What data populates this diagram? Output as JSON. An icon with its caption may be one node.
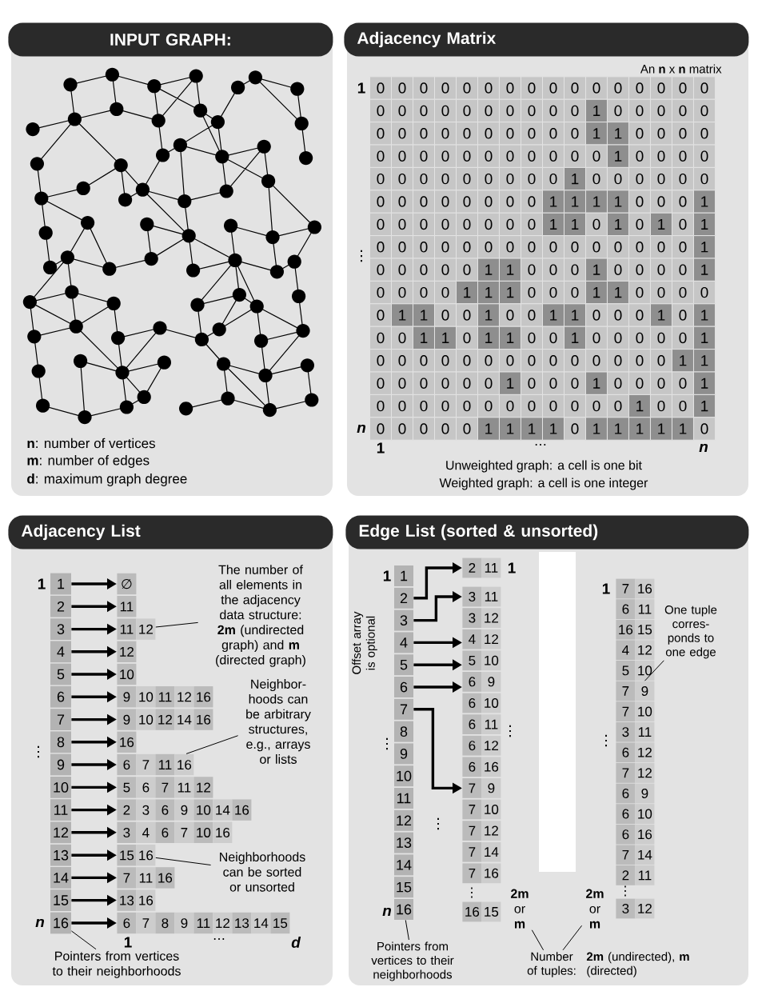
{
  "diagram": {
    "nodes": [
      {
        "text": [
          "INPUT GRAPH:"
        ]
      },
      {
        "text": [
          "Adjacency Matrix"
        ]
      },
      {
        "text": [
          "Adjacency List"
        ]
      },
      {
        "text": [
          "Edge List (sorted & unsorted)"
        ]
      },
      {
        "text": [
          "1"
        ],
        "in": 2
      },
      {
        "text": [
          "2"
        ],
        "in": 2
      },
      {
        "text": [
          "3"
        ],
        "in": 2
      },
      {
        "text": [
          "4"
        ],
        "in": 2
      },
      {
        "text": [
          "5"
        ],
        "in": 2
      },
      {
        "text": [
          "6"
        ],
        "in": 2
      },
      {
        "text": [
          "7"
        ],
        "in": 2
      },
      {
        "text": [
          "8"
        ],
        "in": 2
      },
      {
        "text": [
          "9"
        ],
        "in": 2
      },
      {
        "text": [
          "10"
        ],
        "in": 2
      },
      {
        "text": [
          "11"
        ],
        "in": 2
      },
      {
        "text": [
          "12"
        ],
        "in": 2
      },
      {
        "text": [
          "13"
        ],
        "in": 2
      },
      {
        "text": [
          "14"
        ],
        "in": 2
      },
      {
        "text": [
          "15"
        ],
        "in": 2
      },
      {
        "text": [
          "16"
        ],
        "in": 2
      },
      {
        "text": [
          "∅"
        ],
        "in": 2
      },
      {
        "text": [
          "11"
        ],
        "in": 2
      },
      {
        "text": [
          "11",
          "12"
        ],
        "in": 2
      },
      {
        "text": [
          "12"
        ],
        "in": 2
      },
      {
        "text": [
          "10"
        ],
        "in": 2
      },
      {
        "text": [
          "9",
          "10",
          "11",
          "12",
          "16"
        ],
        "in": 2
      },
      {
        "text": [
          "9",
          "10",
          "12",
          "14",
          "16"
        ],
        "in": 2
      },
      {
        "text": [
          "16"
        ],
        "in": 2
      },
      {
        "text": [
          "6",
          "7",
          "11",
          "16"
        ],
        "in": 2
      },
      {
        "text": [
          "5",
          "6",
          "7",
          "11",
          "12"
        ],
        "in": 2
      },
      {
        "text": [
          "2",
          "3",
          "6",
          "9",
          "10",
          "14",
          "16"
        ],
        "in": 2
      },
      {
        "text": [
          "3",
          "4",
          "6",
          "7",
          "10",
          "16"
        ],
        "in": 2
      },
      {
        "text": [
          "15",
          "16"
        ],
        "in": 2
      },
      {
        "text": [
          "7",
          "11",
          "16"
        ],
        "in": 2
      },
      {
        "text": [
          "13",
          "16"
        ],
        "in": 2
      },
      {
        "text": [
          "6",
          "7",
          "8",
          "9",
          "11",
          "12",
          "13",
          "14",
          "15"
        ],
        "in": 2
      },
      {
        "text": [
          "The number of all elements in the adjacency data structure: **2m** (undirected graph) and **m** (directed graph)"
        ],
        "in": 2
      },
      {
        "text": [
          "Neighbor-hoods can be arbitrary structures, e.g., arrays or lists"
        ],
        "in": 2
      },
      {
        "text": [
          "Neighborhoods can be sorted or unsorted"
        ],
        "in": 2
      },
      {
        "text": [
          "Pointers from vertices to their neighborhoods"
        ],
        "in": 2
      },
      {
        "text": [
          "1"
        ],
        "in": 3
      },
      {
        "text": [
          "2"
        ],
        "in": 3
      },
      {
        "text": [
          "3"
        ],
        "in": 3
      },
      {
        "text": [
          "4"
        ],
        "in": 3
      },
      {
        "text": [
          "5"
        ],
        "in": 3
      },
      {
        "text": [
          "6"
        ],
        "in": 3
      },
      {
        "text": [
          "7"
        ],
        "in": 3
      },
      {
        "text": [
          "8"
        ],
        "in": 3
      },
      {
        "text": [
          "9"
        ],
        "in": 3
      },
      {
        "text": [
          "10"
        ],
        "in": 3
      },
      {
        "text": [
          "11"
        ],
        "in": 3
      },
      {
        "text": [
          "12"
        ],
        "in": 3
      },
      {
        "text": [
          "13"
        ],
        "in": 3
      },
      {
        "text": [
          "14"
        ],
        "in": 3
      },
      {
        "text": [
          "15"
        ],
        "in": 3
      },
      {
        "text": [
          "16"
        ],
        "in": 3
      },
      {
        "text": [
          "2",
          "11"
        ],
        "in": 3
      },
      {
        "text": [
          "3",
          "11"
        ],
        "in": 3
      },
      {
        "text": [
          "3",
          "12"
        ],
        "in": 3
      },
      {
        "text": [
          "4",
          "12"
        ],
        "in": 3
      },
      {
        "text": [
          "5",
          "10"
        ],
        "in": 3
      },
      {
        "text": [
          "6",
          "9"
        ],
        "in": 3
      },
      {
        "text": [
          "6",
          "10"
        ],
        "in": 3
      },
      {
        "text": [
          "6",
          "11"
        ],
        "in": 3
      },
      {
        "text": [
          "6",
          "12"
        ],
        "in": 3
      },
      {
        "text": [
          "6",
          "16"
        ],
        "in": 3
      },
      {
        "text": [
          "7",
          "9"
        ],
        "in": 3
      },
      {
        "text": [
          "7",
          "10"
        ],
        "in": 3
      },
      {
        "text": [
          "7",
          "12"
        ],
        "in": 3
      },
      {
        "text": [
          "7",
          "14"
        ],
        "in": 3
      },
      {
        "text": [
          "7",
          "16"
        ],
        "in": 3
      },
      {
        "text": [
          "16",
          "15"
        ],
        "in": 3
      },
      {
        "text": [
          "7",
          "16"
        ],
        "in": 3
      },
      {
        "text": [
          "6",
          "11"
        ],
        "in": 3
      },
      {
        "text": [
          "16",
          "15"
        ],
        "in": 3
      },
      {
        "text": [
          "4",
          "12"
        ],
        "in": 3
      },
      {
        "text": [
          "5",
          "10"
        ],
        "in": 3
      },
      {
        "text": [
          "7",
          "9"
        ],
        "in": 3
      },
      {
        "text": [
          "7",
          "10"
        ],
        "in": 3
      },
      {
        "text": [
          "3",
          "11"
        ],
        "in": 3
      },
      {
        "text": [
          "6",
          "12"
        ],
        "in": 3
      },
      {
        "text": [
          "7",
          "12"
        ],
        "in": 3
      },
      {
        "text": [
          "6",
          "9"
        ],
        "in": 3
      },
      {
        "text": [
          "6",
          "10"
        ],
        "in": 3
      },
      {
        "text": [
          "6",
          "16"
        ],
        "in": 3
      },
      {
        "text": [
          "7",
          "14"
        ],
        "in": 3
      },
      {
        "text": [
          "2",
          "11"
        ],
        "in": 3
      },
      {
        "text": [
          "3",
          "12"
        ],
        "in": 3
      },
      {
        "text": [
          "Pointers from vertices to their neighborhoods"
        ],
        "in": 3
      },
      {
        "text": [
          "**2m** or **m**"
        ],
        "in": 3
      },
      {
        "text": [
          "**2m** or **m**"
        ],
        "in": 3
      },
      {
        "text": [
          "Number of tuples:"
        ],
        "in": 3
      },
      {
        "text": [
          "One tuple corres-ponds to one edge"
        ],
        "in": 3
      }
    ],
    "edges": [
      {
        "from": 4,
        "to": 20,
        "arrow": "to"
      },
      {
        "from": 5,
        "to": 21,
        "arrow": "to"
      },
      {
        "from": 6,
        "to": 22,
        "arrow": "to"
      },
      {
        "from": 7,
        "to": 23,
        "arrow": "to"
      },
      {
        "from": 8,
        "to": 24,
        "arrow": "to"
      },
      {
        "from": 9,
        "to": 25,
        "arrow": "to"
      },
      {
        "from": 10,
        "to": 26,
        "arrow": "to"
      },
      {
        "from": 11,
        "to": 27,
        "arrow": "to"
      },
      {
        "from": 12,
        "to": 28,
        "arrow": "to"
      },
      {
        "from": 13,
        "to": 29,
        "arrow": "to"
      },
      {
        "from": 14,
        "to": 30,
        "arrow": "to"
      },
      {
        "from": 15,
        "to": 31,
        "arrow": "to"
      },
      {
        "from": 16,
        "to": 32,
        "arrow": "to"
      },
      {
        "from": 17,
        "to": 33,
        "arrow": "to"
      },
      {
        "from": 18,
        "to": 34,
        "arrow": "to"
      },
      {
        "from": 19,
        "to": 35,
        "arrow": "to"
      },
      {
        "from": 36,
        "to": 22,
        "arrow": "none"
      },
      {
        "from": 37,
        "to": 28,
        "arrow": "none"
      },
      {
        "from": 38,
        "to": 32,
        "arrow": "none"
      },
      {
        "from": 39,
        "to": 19,
        "arrow": "none"
      },
      {
        "from": 41,
        "to": 56,
        "arrow": "to"
      },
      {
        "from": 42,
        "to": 57,
        "arrow": "to"
      },
      {
        "from": 43,
        "to": 59,
        "arrow": "to"
      },
      {
        "from": 44,
        "to": 60,
        "arrow": "to"
      },
      {
        "from": 45,
        "to": 61,
        "arrow": "to"
      },
      {
        "from": 46,
        "to": 66,
        "arrow": "to"
      },
      {
        "from": 88,
        "to": 55,
        "arrow": "none"
      },
      {
        "from": 91,
        "to": 89,
        "arrow": "none"
      },
      {
        "from": 91,
        "to": 90,
        "arrow": "none"
      },
      {
        "from": 92,
        "to": 77,
        "arrow": "none"
      }
    ],
    "labels": [
      "**n**: number of vertices",
      "**m**: number of edges",
      "**d**: maximum graph degree",
      "An **n** x **n** matrix",
      "1",
      "⋮",
      "n",
      "0",
      "0",
      "0",
      "0",
      "0",
      "0",
      "0",
      "0",
      "0",
      "0",
      "0",
      "0",
      "0",
      "0",
      "0",
      "0",
      "0",
      "0",
      "0",
      "0",
      "0",
      "0",
      "0",
      "0",
      "0",
      "0",
      "1",
      "0",
      "0",
      "0",
      "0",
      "0",
      "0",
      "0",
      "0",
      "0",
      "0",
      "0",
      "0",
      "0",
      "0",
      "0",
      "1",
      "1",
      "0",
      "0",
      "0",
      "0",
      "0",
      "0",
      "0",
      "0",
      "0",
      "0",
      "0",
      "0",
      "0",
      "0",
      "0",
      "1",
      "0",
      "0",
      "0",
      "0",
      "0",
      "0",
      "0",
      "0",
      "0",
      "0",
      "0",
      "0",
      "0",
      "1",
      "0",
      "0",
      "0",
      "0",
      "0",
      "0",
      "0",
      "0",
      "0",
      "0",
      "0",
      "0",
      "0",
      "0",
      "1",
      "1",
      "1",
      "1",
      "0",
      "0",
      "0",
      "1",
      "0",
      "0",
      "0",
      "0",
      "0",
      "0",
      "0",
      "0",
      "1",
      "1",
      "0",
      "1",
      "0",
      "1",
      "0",
      "1",
      "0",
      "0",
      "0",
      "0",
      "0",
      "0",
      "0",
      "0",
      "0",
      "0",
      "0",
      "0",
      "0",
      "0",
      "0",
      "1",
      "0",
      "0",
      "0",
      "0",
      "0",
      "1",
      "1",
      "0",
      "0",
      "0",
      "1",
      "0",
      "0",
      "0",
      "0",
      "1",
      "0",
      "0",
      "0",
      "0",
      "1",
      "1",
      "1",
      "0",
      "0",
      "0",
      "1",
      "1",
      "0",
      "0",
      "0",
      "0",
      "0",
      "1",
      "1",
      "0",
      "0",
      "1",
      "0",
      "0",
      "1",
      "1",
      "0",
      "0",
      "0",
      "1",
      "0",
      "1",
      "0",
      "0",
      "1",
      "1",
      "0",
      "1",
      "1",
      "0",
      "0",
      "1",
      "0",
      "0",
      "0",
      "0",
      "0",
      "1",
      "0",
      "0",
      "0",
      "0",
      "0",
      "0",
      "0",
      "0",
      "0",
      "0",
      "0",
      "0",
      "0",
      "0",
      "1",
      "1",
      "0",
      "0",
      "0",
      "0",
      "0",
      "0",
      "1",
      "0",
      "0",
      "0",
      "1",
      "0",
      "0",
      "0",
      "0",
      "1",
      "0",
      "0",
      "0",
      "0",
      "0",
      "0",
      "0",
      "0",
      "0",
      "0",
      "0",
      "0",
      "1",
      "0",
      "0",
      "1",
      "0",
      "0",
      "0",
      "0",
      "0",
      "1",
      "1",
      "1",
      "1",
      "0",
      "1",
      "1",
      "1",
      "1",
      "1",
      "0",
      "1",
      "⋯",
      "n",
      "Unweighted graph: a cell is one bit",
      "Weighted graph: a cell is one integer",
      "1",
      "⋮",
      "n",
      "1",
      "⋯",
      "d",
      "Offset array is optional",
      "1",
      "⋮",
      "n",
      "1",
      "⋮",
      "⋮",
      "⋮",
      "1",
      "⋮",
      "⋮",
      "**2m** (undirected), **m** (directed)"
    ]
  }
}
